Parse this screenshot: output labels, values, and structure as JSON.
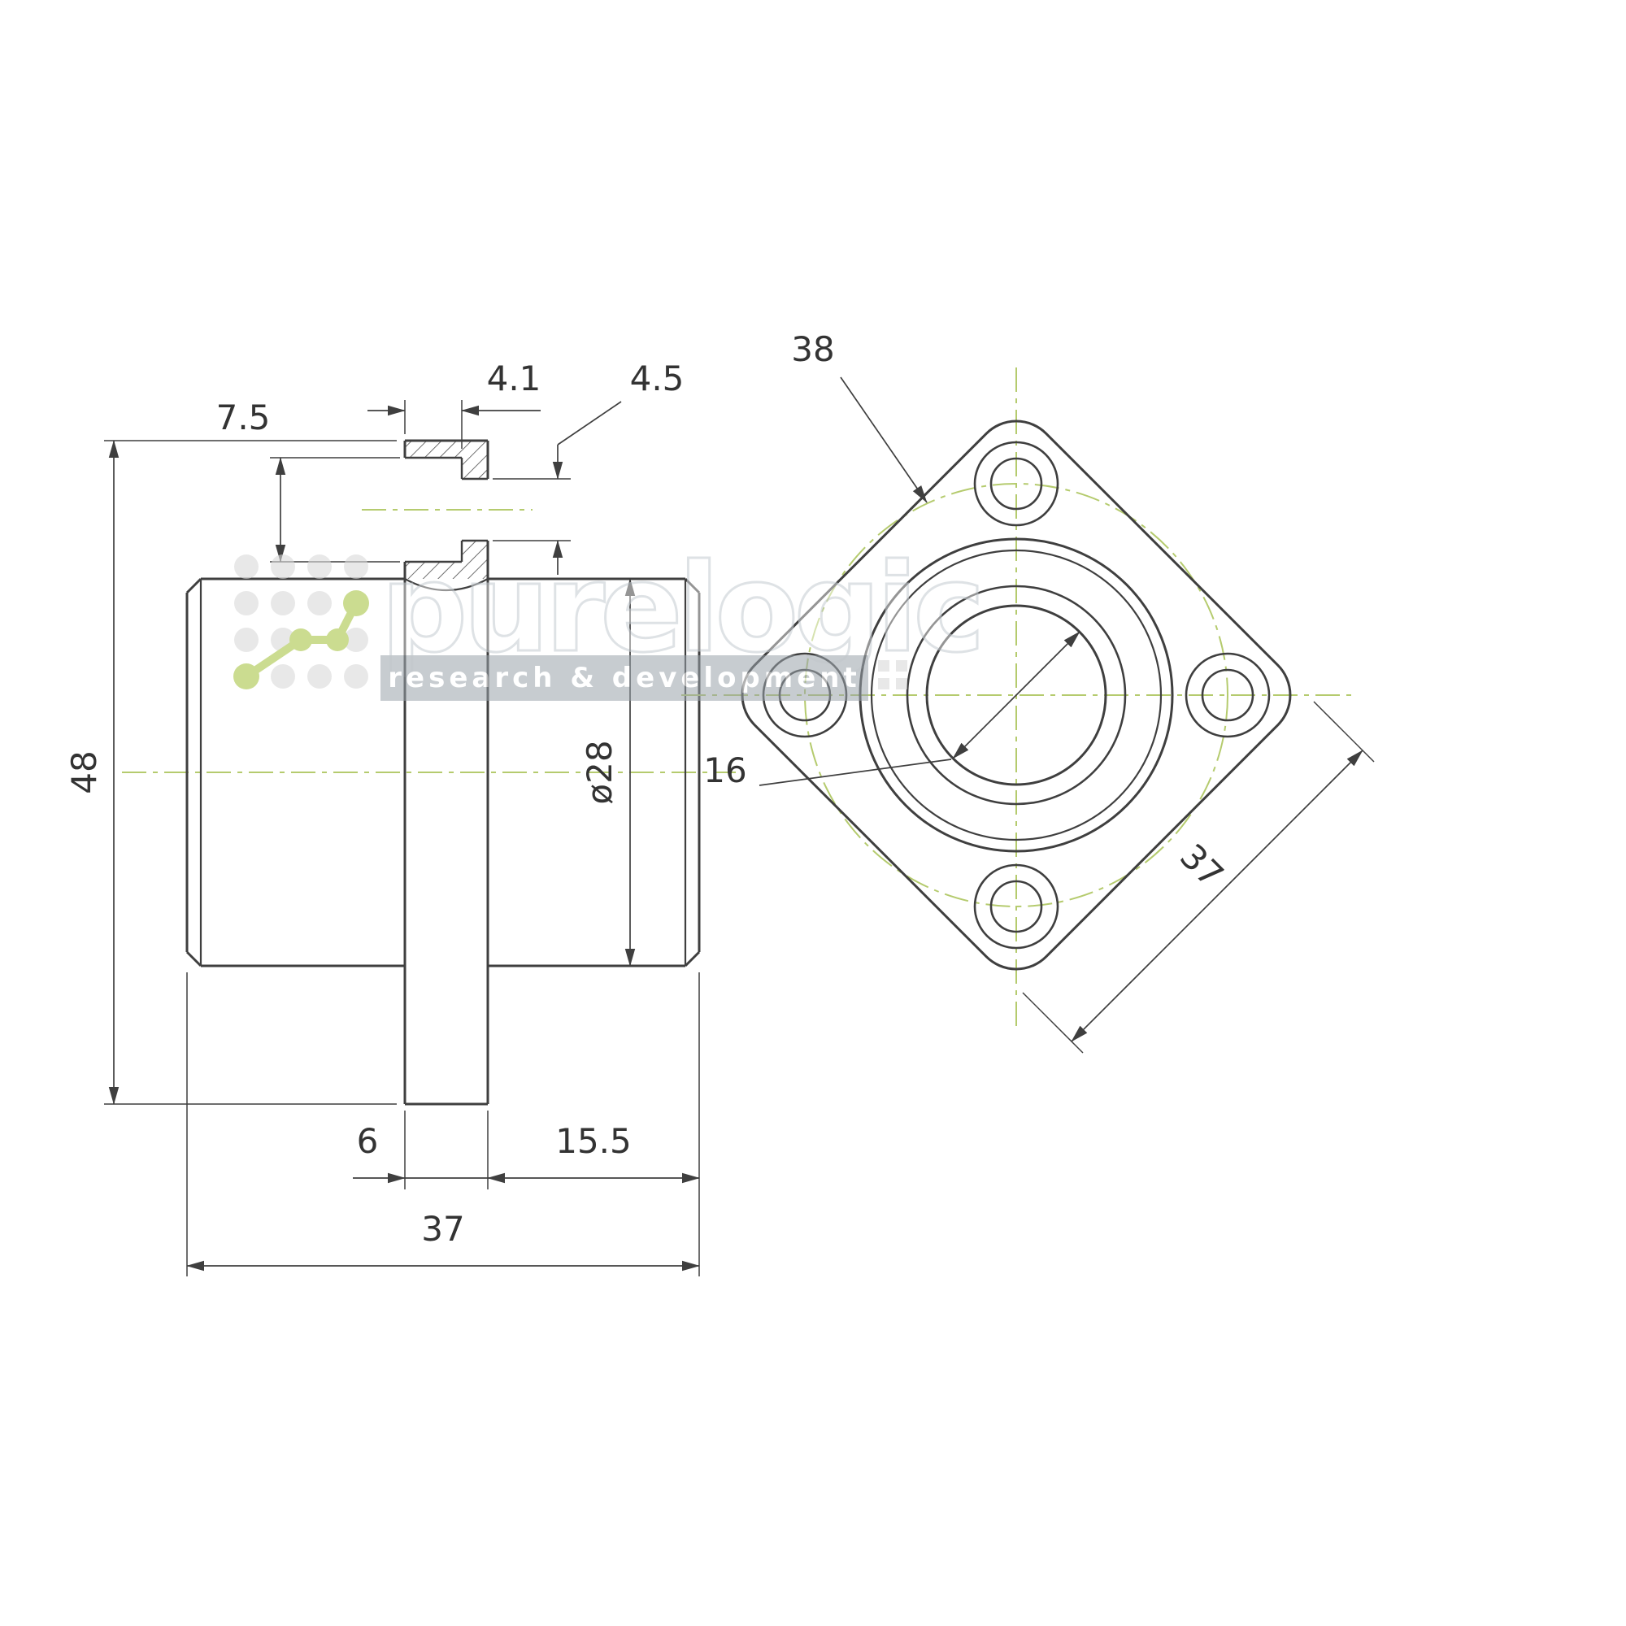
{
  "drawing": {
    "title": "flanged linear bearing dimensional drawing",
    "side_view": {
      "dim_counterbore_depth": "4.1",
      "dim_hole_diameter": "4.5",
      "dim_counterbore_diameter": "7.5",
      "dim_flange_height": "48",
      "dim_body_diameter": "ø28",
      "dim_flange_thickness": "6",
      "dim_body_right_length": "15.5",
      "dim_total_length": "37"
    },
    "front_view": {
      "dim_bolt_circle_diameter": "38",
      "dim_bore_diameter": "16",
      "dim_flange_side": "37"
    }
  },
  "watermark": {
    "wordmark": "purelogic",
    "tagline": "research & development"
  },
  "colors": {
    "line": "#3f3f3f",
    "centerline": "#b5cb6e",
    "dim_text": "#333333",
    "watermark_gray": "#d9d9d9",
    "watermark_band": "#98a1a8",
    "logo_green": "#a9c548"
  }
}
